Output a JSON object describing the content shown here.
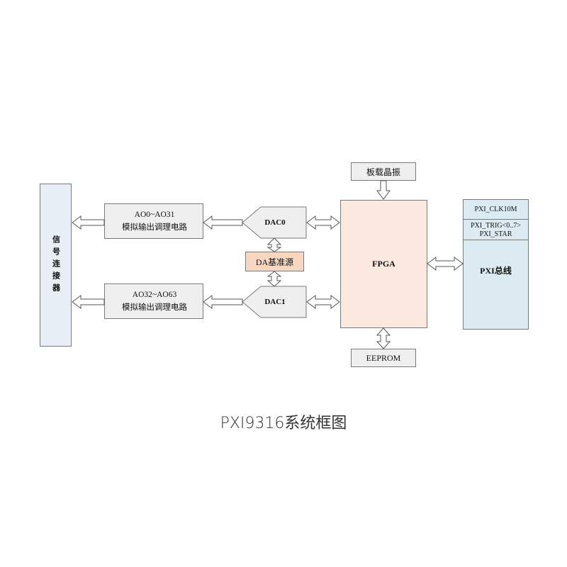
{
  "diagram": {
    "connector": "信号连接器",
    "cond1": {
      "line1": "AO0~AO31",
      "line2": "模拟输出调理电路"
    },
    "cond2": {
      "line1": "AO32~AO63",
      "line2": "模拟输出调理电路"
    },
    "dac0": "DAC0",
    "dac1": "DAC1",
    "ref": "DA基准源",
    "osc": "板载晶振",
    "fpga": "FPGA",
    "eeprom": "EEPROM",
    "pxi": {
      "clk": "PXI_CLK10M",
      "trig_line1": "PXI_TRIG<0..7>",
      "trig_line2": "PXI_STAR",
      "bus": "PXI总线"
    },
    "colors": {
      "connector_fill": "#e8eef5",
      "grey_fill": "#efefef",
      "ref_fill": "#f7d7c0",
      "fpga_fill": "#fbe9df",
      "pxi_fill": "#dceaf1"
    }
  },
  "caption": "PXI9316系统框图"
}
